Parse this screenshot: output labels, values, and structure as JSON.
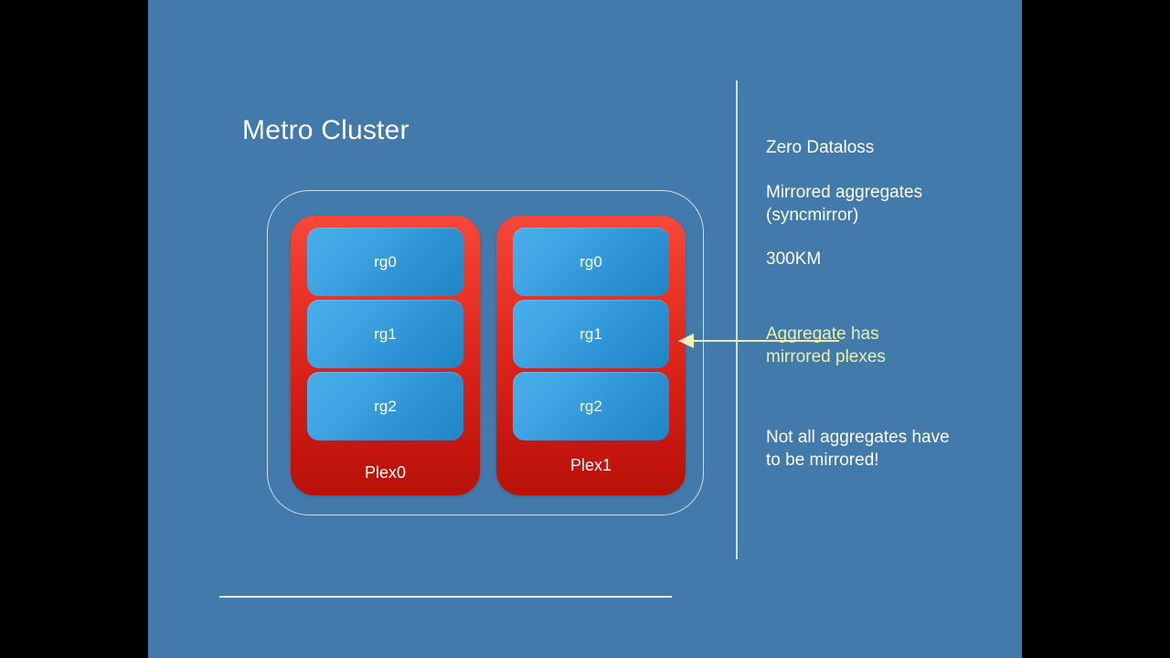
{
  "slide": {
    "title": "Metro Cluster",
    "background_color": "#417aab",
    "letterbox_color": "#000000"
  },
  "diagram": {
    "outline_name": "aggregate-outline",
    "outline_color": "#cfe0e6",
    "plex_color_top": "#f7483a",
    "plex_color_bottom": "#b81208",
    "rg_color_light": "#49aeea",
    "rg_color_dark": "#1f86c6",
    "plexes": [
      {
        "label": "Plex0",
        "raid_groups": [
          {
            "label": "rg0"
          },
          {
            "label": "rg1"
          },
          {
            "label": "rg2"
          }
        ]
      },
      {
        "label": "Plex1",
        "raid_groups": [
          {
            "label": "rg0"
          },
          {
            "label": "rg1"
          },
          {
            "label": "rg2"
          }
        ]
      }
    ]
  },
  "notes": {
    "zero_dataloss": "Zero Dataloss",
    "mirrored_aggregates": "Mirrored aggregates\n(syncmirror)",
    "distance": "300KM",
    "callout": "Aggregate has\nmirrored plexes",
    "callout_color": "#e9f0ae",
    "not_all_mirrored": "Not all aggregates have\nto be mirrored!"
  },
  "decorations": {
    "divider_line_color": "#cfe0e6",
    "bottom_rule_color": "#e3ecef",
    "arrow_color": "#f2f3bb"
  }
}
